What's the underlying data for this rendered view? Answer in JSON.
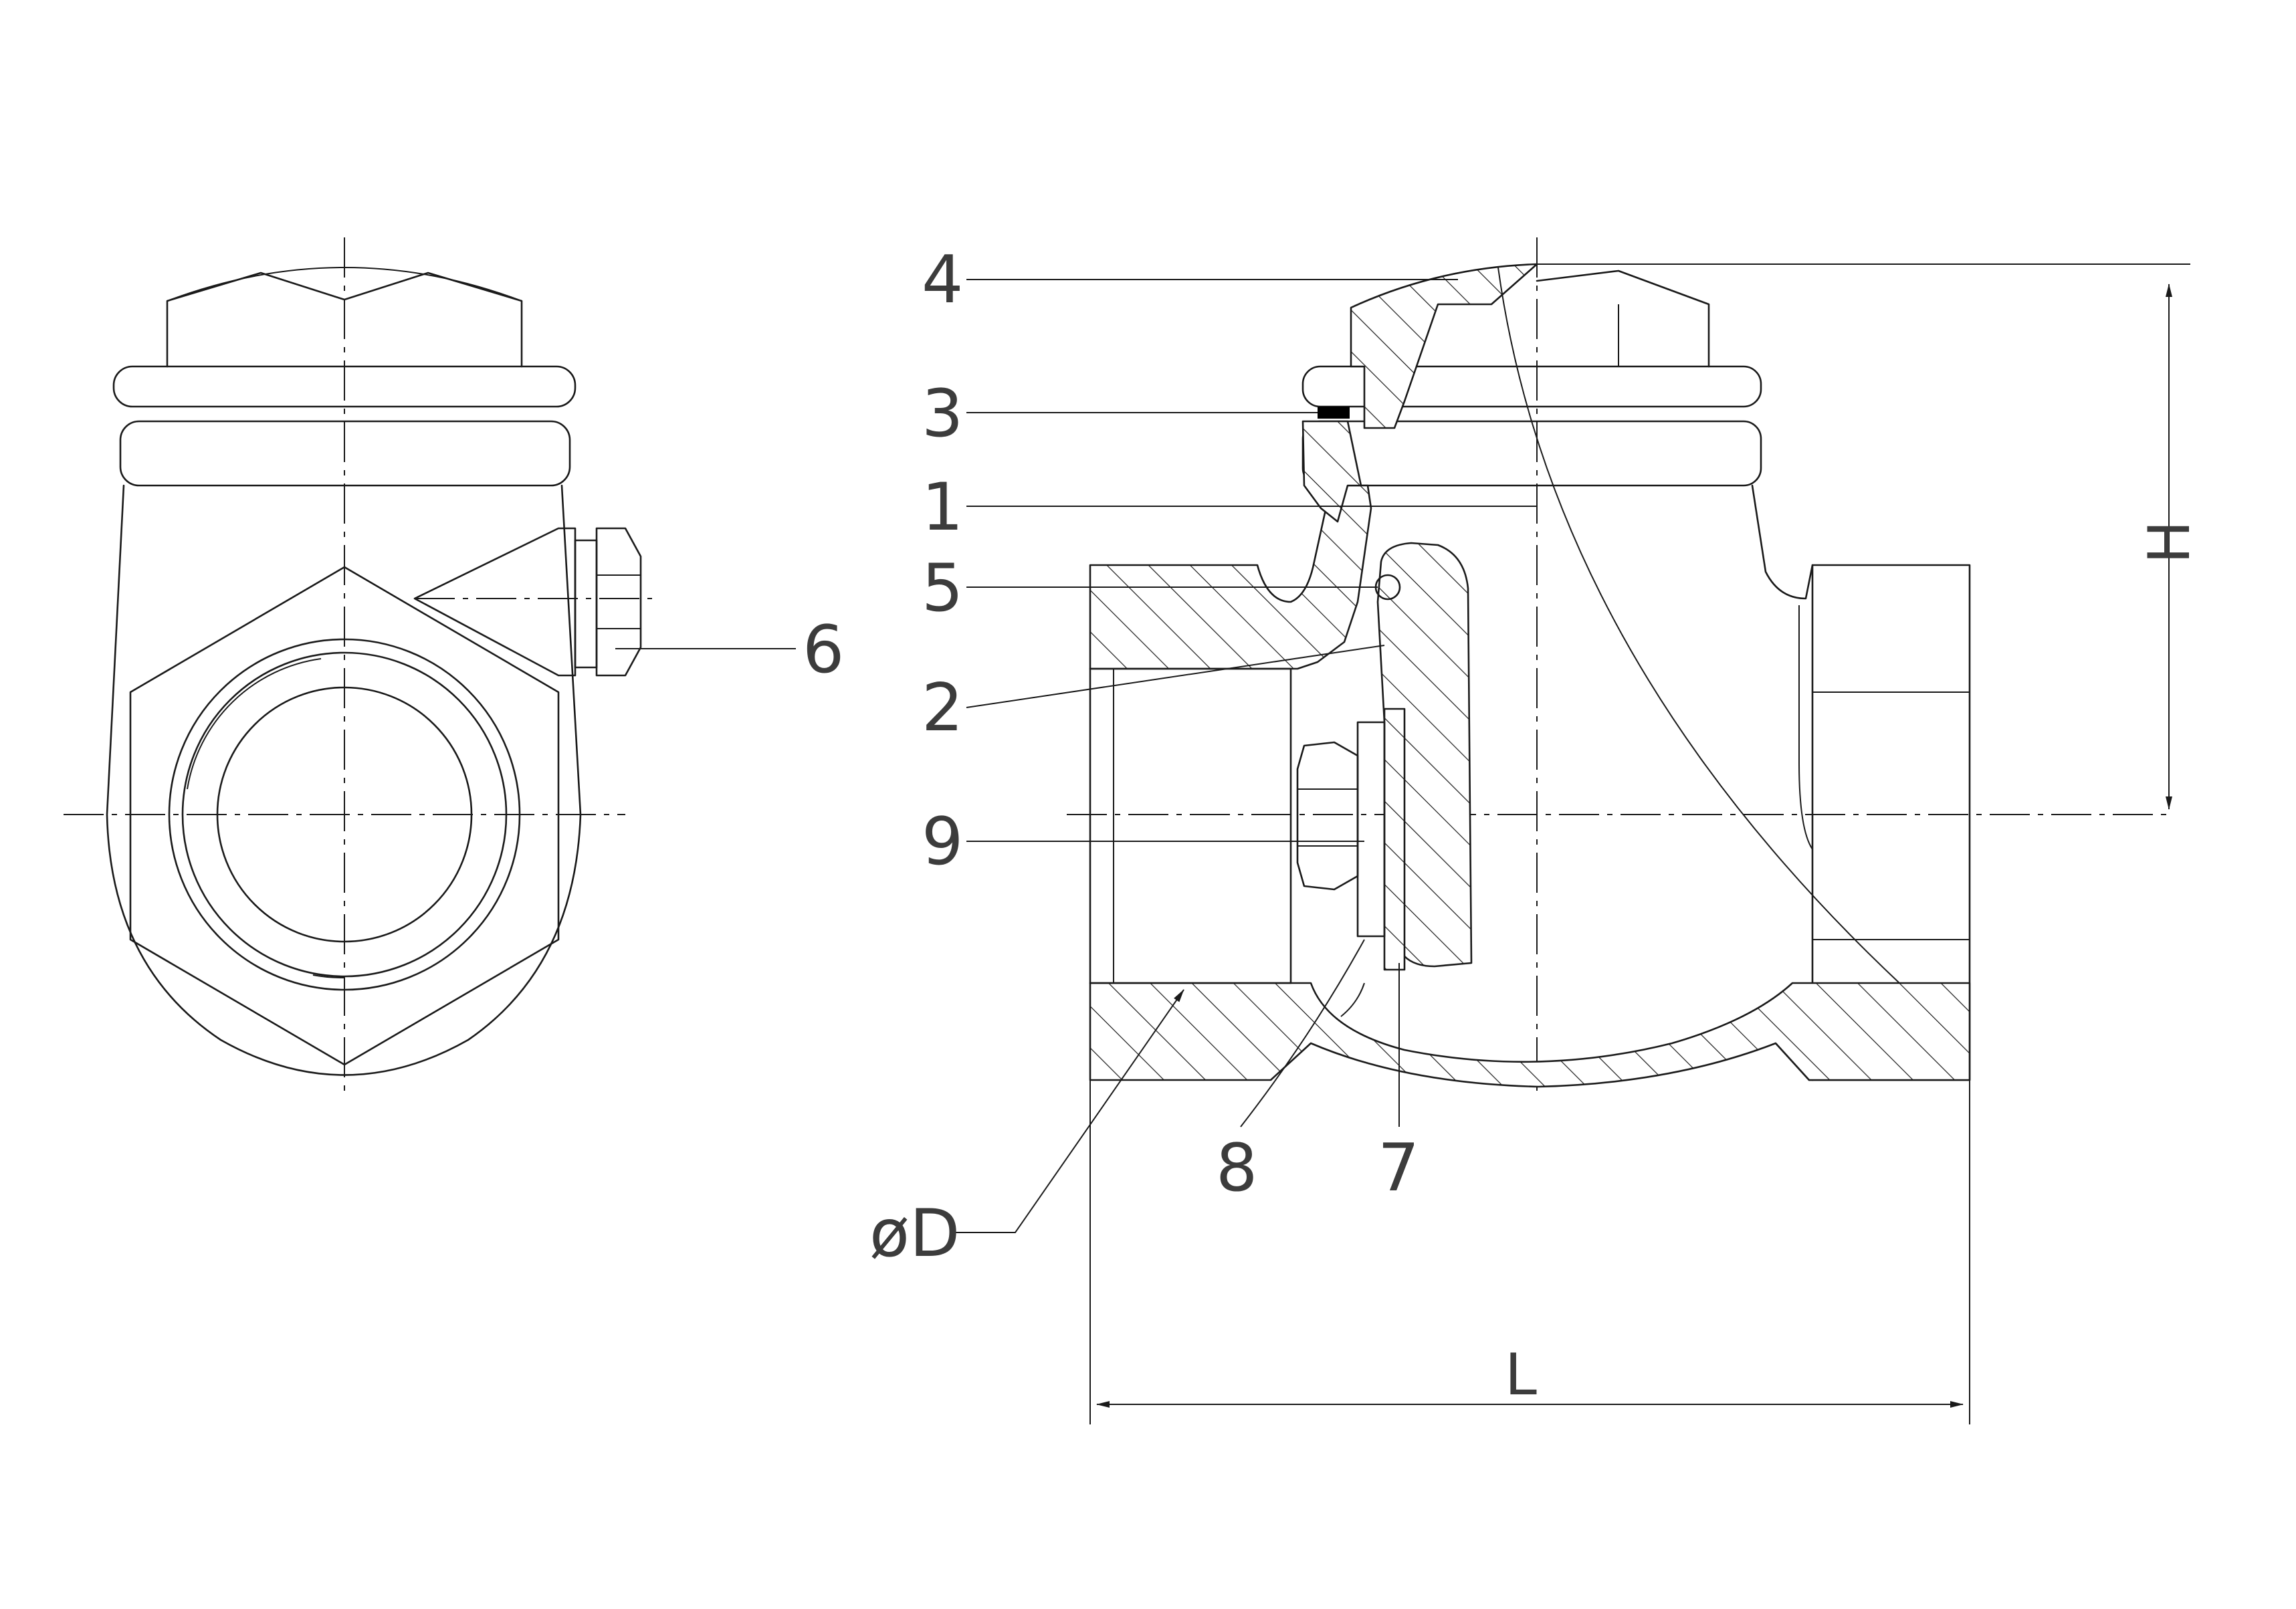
{
  "drawing": {
    "views": [
      "end-view",
      "section-view"
    ],
    "part_labels": [
      "1",
      "2",
      "3",
      "4",
      "5",
      "6",
      "7",
      "8",
      "9"
    ],
    "dimensions": {
      "height": "H",
      "length": "L",
      "diameter": "øD"
    }
  }
}
